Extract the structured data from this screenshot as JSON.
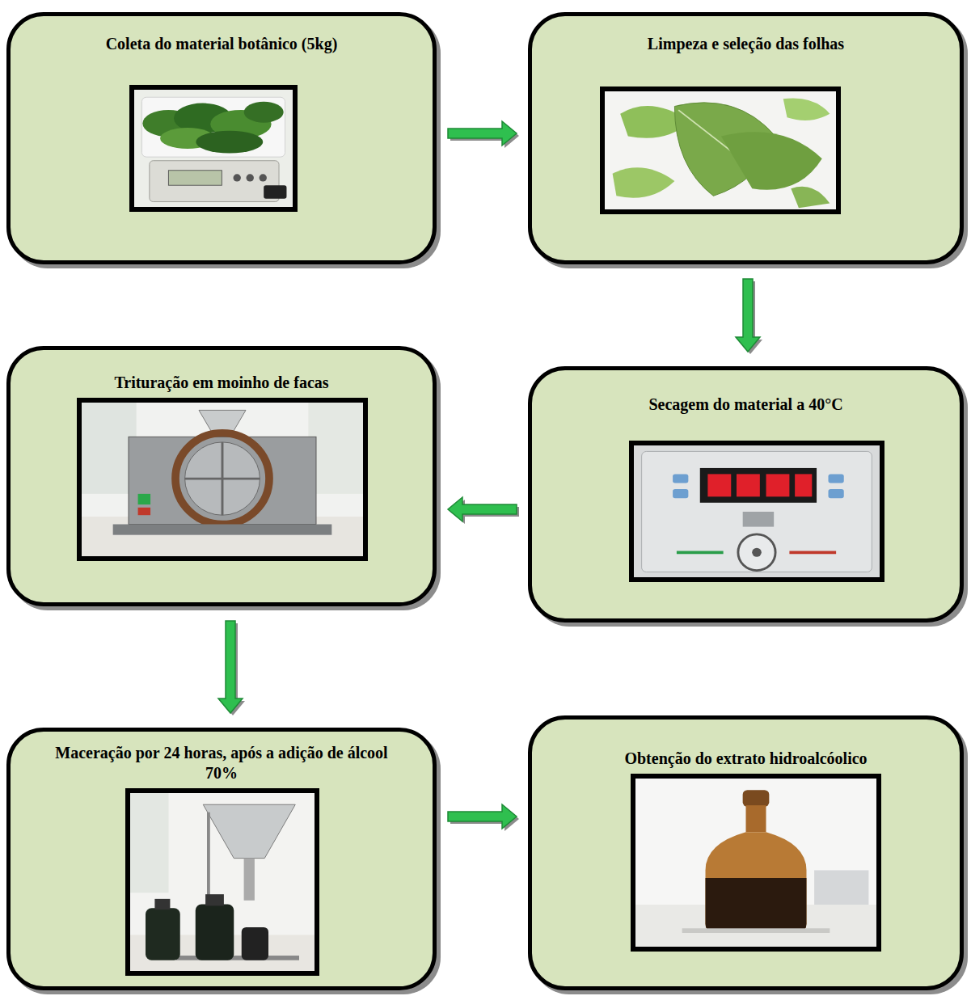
{
  "diagram": {
    "nodes": [
      {
        "text": [
          "Coleta do material botânico (5kg)"
        ]
      },
      {
        "text": [
          "Limpeza e seleção das folhas"
        ]
      },
      {
        "text": [
          "Trituração em moinho de facas"
        ]
      },
      {
        "text": [
          "Secagem do material a 40°C"
        ]
      },
      {
        "text": [
          "Maceração por 24 horas, após a adição de álcool 70%"
        ]
      },
      {
        "text": [
          "Obtenção do extrato hidroalcóolico"
        ]
      }
    ],
    "edges": [
      {
        "from": 0,
        "to": 1,
        "arrow": "to"
      },
      {
        "from": 1,
        "to": 3,
        "arrow": "to"
      },
      {
        "from": 3,
        "to": 2,
        "arrow": "to"
      },
      {
        "from": 2,
        "to": 4,
        "arrow": "to"
      },
      {
        "from": 4,
        "to": 5,
        "arrow": "to"
      }
    ]
  }
}
